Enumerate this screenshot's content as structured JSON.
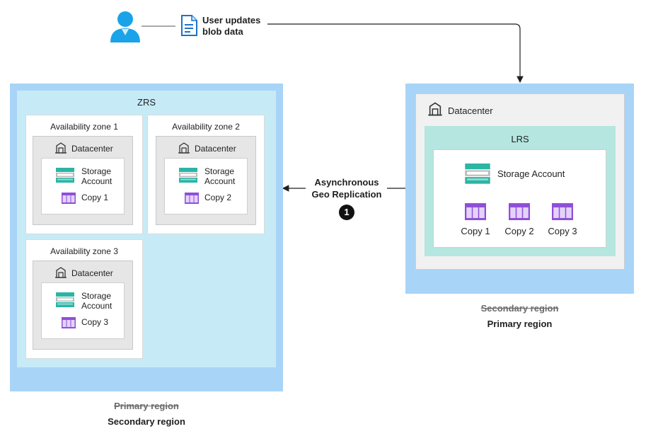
{
  "header": {
    "user_icon": "user-icon",
    "doc_icon": "document-icon",
    "update_line1": "User updates",
    "update_line2": "blob data"
  },
  "left_region": {
    "zrs_title": "ZRS",
    "zone1": {
      "title": "Availability zone 1",
      "datacenter": "Datacenter",
      "storage_line1": "Storage",
      "storage_line2": "Account",
      "copy": "Copy 1"
    },
    "zone2": {
      "title": "Availability zone 2",
      "datacenter": "Datacenter",
      "storage_line1": "Storage",
      "storage_line2": "Account",
      "copy": "Copy 2"
    },
    "zone3": {
      "title": "Availability zone 3",
      "datacenter": "Datacenter",
      "storage_line1": "Storage",
      "storage_line2": "Account",
      "copy": "Copy 3"
    },
    "old_label": "Primary region",
    "new_label": "Secondary region"
  },
  "replication": {
    "line1": "Asynchronous",
    "line2": "Geo Replication",
    "step": "1"
  },
  "right_region": {
    "datacenter": "Datacenter",
    "lrs_title": "LRS",
    "storage_account": "Storage Account",
    "copies": [
      "Copy 1",
      "Copy 2",
      "Copy 3"
    ],
    "old_label": "Secondary region",
    "new_label": "Primary region"
  },
  "colors": {
    "region_blue": "#a8d4f7",
    "zrs_cyan": "#c6ebf7",
    "lrs_teal": "#b5e6e0",
    "copy_purple": "#8f4fd8",
    "storage_teal": "#2bb5a5"
  }
}
